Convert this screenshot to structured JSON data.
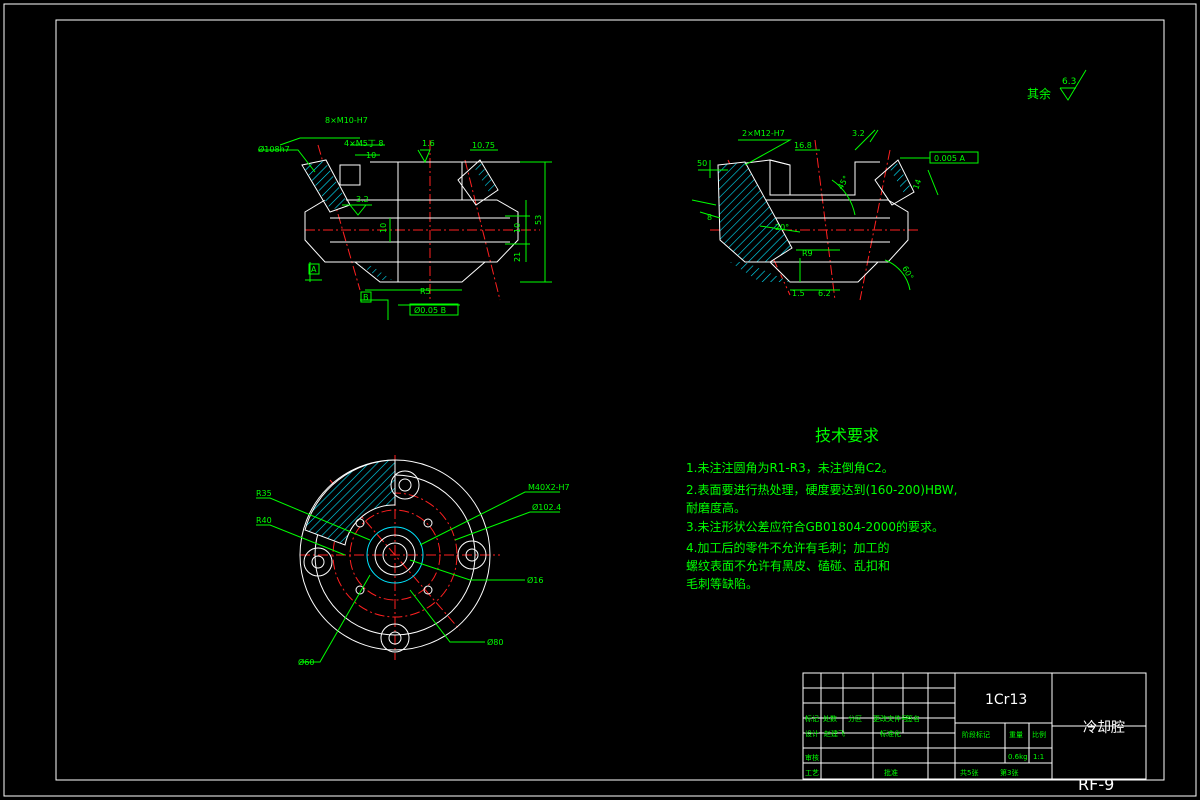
{
  "roughness_note": {
    "label": "其余",
    "value": "6.3"
  },
  "front_view": {
    "dims": {
      "thread_top": "8×M10-H7",
      "dia_left": "Ø108h7",
      "thread_small": "4×M5丁 8",
      "depth_10": "10",
      "rough_16": "1.6",
      "dim_1075": "10.75",
      "rough_32": "3.2",
      "h10a": "10",
      "h10b": "10",
      "h21": "21",
      "h53": "53",
      "datum_a": "A",
      "datum_b": "B",
      "r5": "R5",
      "gtol": "Ø0.05 B"
    }
  },
  "section_view": {
    "dims": {
      "thread": "2×M12-H7",
      "d50": "50",
      "d168": "16.8",
      "rough_32": "3.2",
      "gtol": "0.005 A",
      "ang45": "45°",
      "d14": "14",
      "d8": "8",
      "ang20": "20°",
      "r9": "R9",
      "d15": "1.5",
      "d62": "6.2",
      "ang60": "60°"
    }
  },
  "plan_view": {
    "dims": {
      "r35": "R35",
      "r40": "R40",
      "thread": "M40X2-H7",
      "d1024": "Ø102.4",
      "d16": "Ø16",
      "d80": "Ø80",
      "d60": "Ø60"
    }
  },
  "tech_req": {
    "title": "技术要求",
    "lines": [
      "1.未注注圆角为R1-R3，未注倒角C2。",
      "2.表面要进行热处理，硬度要达到(160-200)HBW,",
      "   耐磨度高。",
      "3.未注形状公差应符合GB01804-2000的要求。",
      "4.加工后的零件不允许有毛刺；加工的",
      "   螺纹表面不允许有黑皮、磕碰、乱扣和",
      "   毛刺等缺陷。"
    ]
  },
  "title_block": {
    "material": "1Cr13",
    "part_name": "冷却腔",
    "drawing_no": "RF-9",
    "row_labels": [
      "标记",
      "处数",
      "分区",
      "更改文件号",
      "签名"
    ],
    "design": "设计",
    "designer": "赵建飞",
    "standardize": "标准化",
    "review": "审核",
    "process": "工艺",
    "approve": "批准",
    "stage_mark": "阶段标记",
    "weight_label": "重量",
    "scale_label": "比例",
    "weight": "0.6kg",
    "scale": "1:1",
    "sheets": "共5张",
    "sheet_no": "第3张"
  }
}
